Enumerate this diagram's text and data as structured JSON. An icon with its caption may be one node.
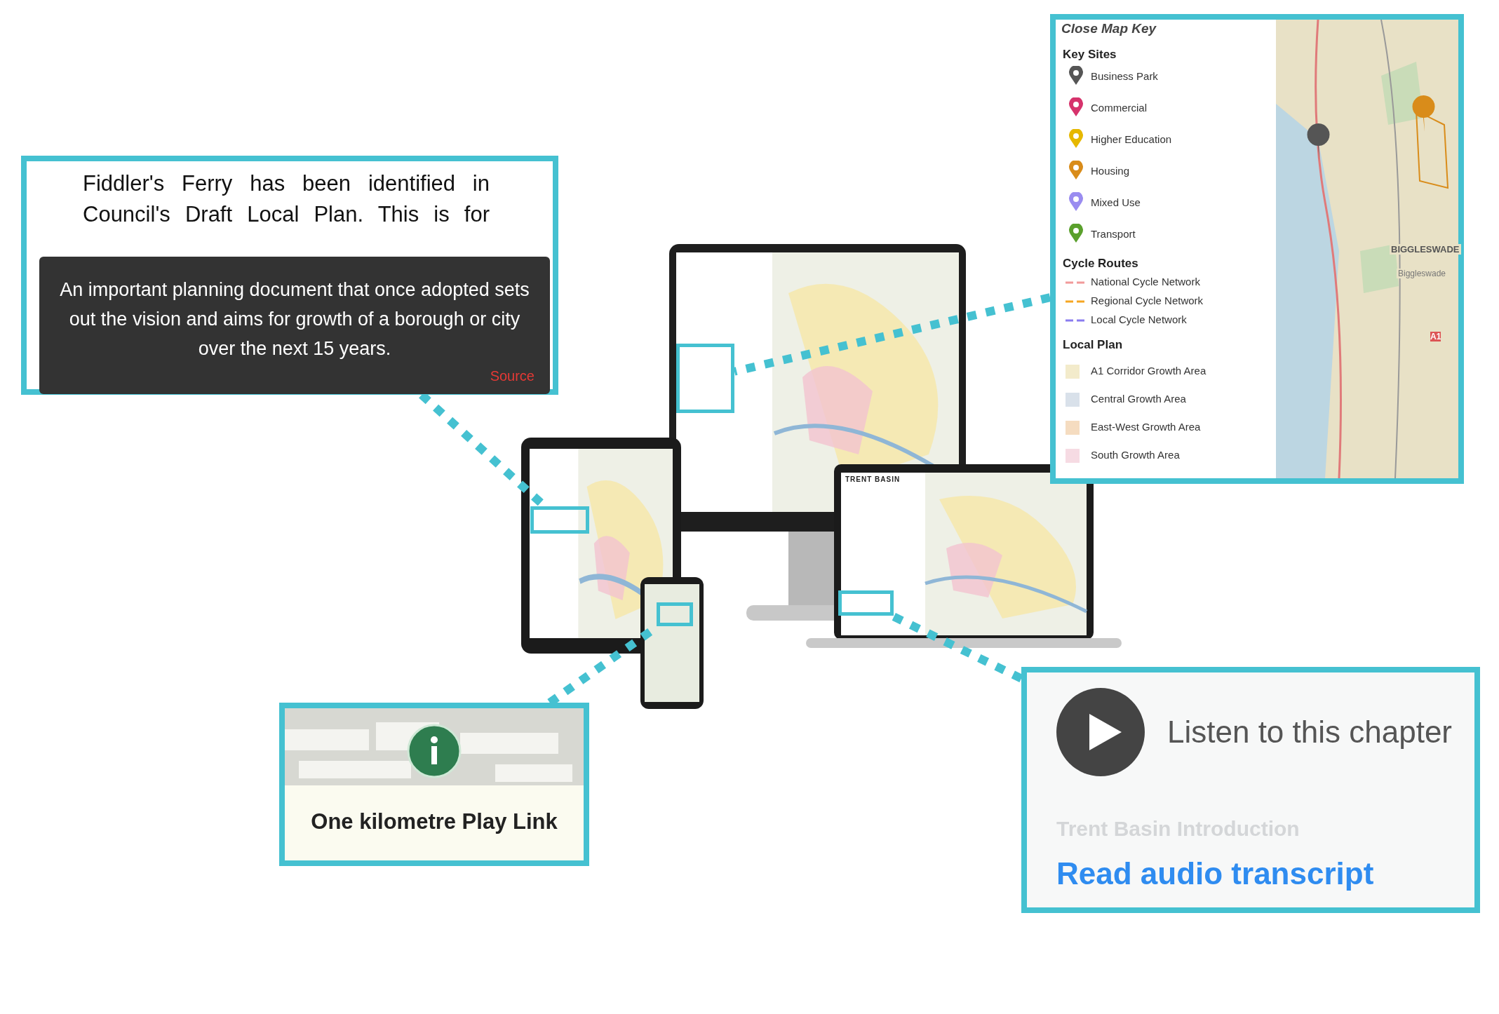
{
  "diagram": {
    "nodes": [
      {
        "text": [
          "Fiddler's Ferry has been identified in Council's Draft Local Plan. This is for"
        ]
      },
      {
        "text": [
          "An important planning document that once adopted sets out the vision and aims for growth of a borough or city over the next 15 years.",
          "Source"
        ],
        "in": 0
      },
      {
        "text": [
          "Close Map Key"
        ]
      },
      {
        "text": [
          "One kilometre Play Link"
        ]
      },
      {
        "text": [
          "Listen to this chapter",
          "Trent Basin Introduction",
          "Read audio transcript"
        ]
      },
      {
        "text": [],
        "shape": "picture"
      },
      {
        "text": [],
        "shape": "picture"
      },
      {
        "text": [
          "TRENT BASIN"
        ]
      },
      {
        "text": [],
        "shape": "picture"
      },
      {
        "text": [],
        "shape": "box",
        "in": 5
      },
      {
        "text": [],
        "shape": "box",
        "in": 6
      },
      {
        "text": [],
        "shape": "box",
        "in": 8
      },
      {
        "text": [],
        "shape": "box",
        "in": 7
      }
    ],
    "edges": [
      {
        "from": 0,
        "to": 10,
        "arrow": "none",
        "style": "dashed"
      },
      {
        "from": 2,
        "to": 9,
        "arrow": "none",
        "style": "dashed"
      },
      {
        "from": 3,
        "to": 11,
        "arrow": "none",
        "style": "dashed"
      },
      {
        "from": 4,
        "to": 12,
        "arrow": "none",
        "style": "dashed"
      }
    ],
    "labels": [
      "Key Sites",
      "Cycle Routes",
      "Local Plan",
      "BIGGLESWADE",
      "Biggleswade",
      "A1"
    ],
    "legend": [
      {
        "text": "Business Park"
      },
      {
        "text": "Commercial"
      },
      {
        "text": "Higher Education"
      },
      {
        "text": "Housing"
      },
      {
        "text": "Mixed Use"
      },
      {
        "text": "Transport"
      },
      {
        "text": "National Cycle Network"
      },
      {
        "text": "Regional Cycle Network"
      },
      {
        "text": "Local Cycle Network"
      },
      {
        "text": "A1 Corridor Growth Area",
        "color": "#f3ebcb"
      },
      {
        "text": "Central Growth Area",
        "color": "#d9e1ea"
      },
      {
        "text": "East-West Growth Area",
        "color": "#f5dcc0"
      },
      {
        "text": "South Growth Area",
        "color": "#f6dbe3"
      }
    ]
  }
}
